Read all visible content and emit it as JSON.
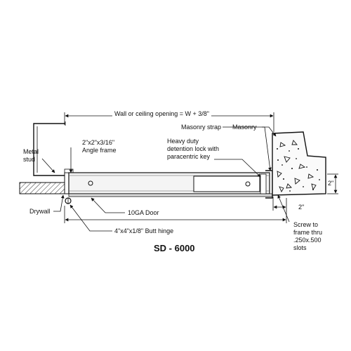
{
  "diagram": {
    "title": "SD - 6000",
    "labels": {
      "opening": "Wall or ceiling opening = W + 3/8\"",
      "masonry_strap": "Masonry strap",
      "masonry": "Masonry",
      "angle_frame_line1": "2\"x2\"x3/16\"",
      "angle_frame_line2": "Angle frame",
      "lock_line1": "Heavy duty",
      "lock_line2": "detention lock with",
      "lock_line3": "paracentric key",
      "metal_stud_line1": "Metal",
      "metal_stud_line2": "stud",
      "dim_vertical": "2\"",
      "dim_horizontal": "2\"",
      "drywall": "Drywall",
      "door": "10GA Door",
      "hinge": "4\"x4\"x1/8\" Butt hinge",
      "screw_line1": "Screw to",
      "screw_line2": "frame thru",
      "screw_line3": ".250x.500",
      "screw_line4": "slots"
    }
  }
}
